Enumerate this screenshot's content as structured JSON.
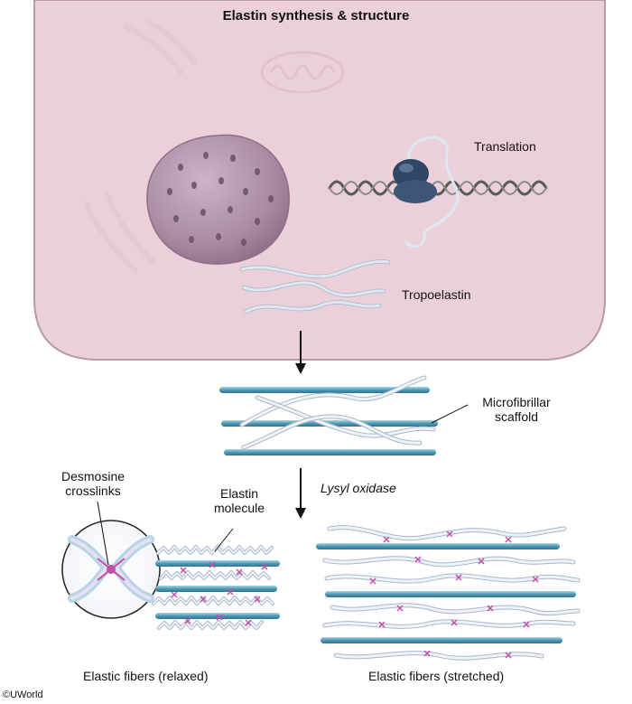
{
  "title": "Elastin synthesis & structure",
  "labels": {
    "translation": "Translation",
    "tropoelastin": "Tropoelastin",
    "microfibrillar_line1": "Microfibrillar",
    "microfibrillar_line2": "scaffold",
    "lysyl_oxidase": "Lysyl oxidase",
    "desmosine_line1": "Desmosine",
    "desmosine_line2": "crosslinks",
    "elastin_line1": "Elastin",
    "elastin_line2": "molecule",
    "relaxed": "Elastic fibers (relaxed)",
    "stretched": "Elastic fibers (stretched)"
  },
  "copyright": "©UWorld",
  "colors": {
    "cell_fill": "#ecd0d9",
    "cell_outline": "#b89aa5",
    "nucleus": "#b08aa6",
    "ribosome": "#2f4666",
    "microfibril": "#5aa3be",
    "elastin_strand": "#d9e3ee",
    "crosslink": "#c24fa8"
  }
}
